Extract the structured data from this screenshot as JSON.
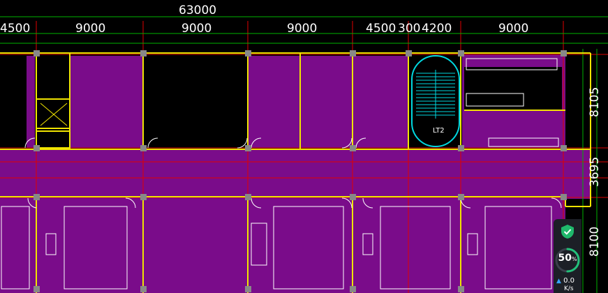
{
  "drawing": {
    "total_dimension": "63000",
    "top_dimensions": [
      "4500",
      "9000",
      "9000",
      "9000",
      "4500",
      "300",
      "4200",
      "9000"
    ],
    "right_dimensions": [
      "8105",
      "3695",
      "8100"
    ],
    "stair_label": "LT2"
  },
  "overlay": {
    "cpu_percent": "50",
    "percent_unit": "%",
    "net_speed": "0.0",
    "speed_unit": "K/s"
  },
  "colors": {
    "room_fill": "#7a0c8a",
    "wall": "#f0e400",
    "axis_line": "#e00000",
    "stair": "#00d8e0",
    "gauge_accent": "#22c07a",
    "shield": "#1fb86b"
  }
}
